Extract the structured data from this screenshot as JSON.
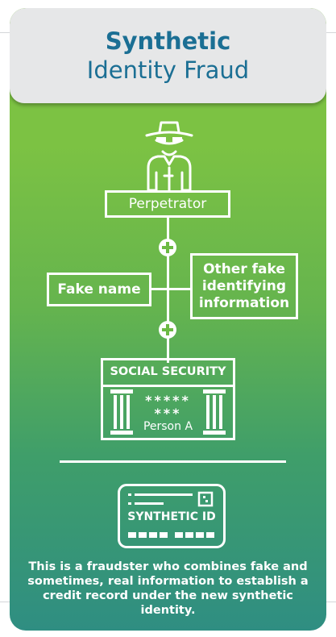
{
  "header": {
    "title_bold": "Synthetic",
    "title_regular": "Identity Fraud"
  },
  "perpetrator": {
    "label": "Perpetrator",
    "icon": "spy-icon"
  },
  "fake_name": {
    "label": "Fake name"
  },
  "other_info": {
    "label": "Other fake identifying information"
  },
  "ssn_card": {
    "title": "SOCIAL SECURITY",
    "stars_line1": "*****",
    "stars_line2": "***",
    "person": "Person A",
    "icon": "pillar-icon"
  },
  "synthetic_id": {
    "label": "SYNTHETIC ID",
    "icon": "id-card-icon"
  },
  "caption": {
    "text": "This is a fraudster who combines fake and sometimes, real information to establish a credit record under the new synthetic identity."
  },
  "colors": {
    "top_green": "#7cc243",
    "bottom_teal": "#2f8e82",
    "title_blue": "#1b6f94",
    "header_gray": "#e6e7e8"
  }
}
